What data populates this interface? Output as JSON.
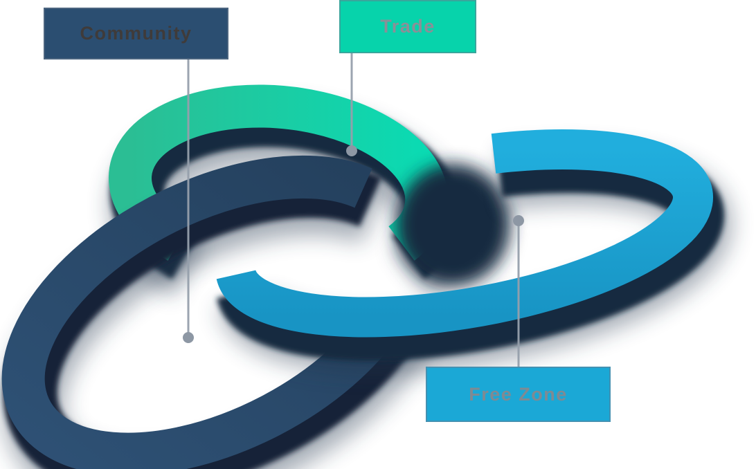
{
  "diagram": {
    "background": "#ffffff",
    "halo_color": "#22354C",
    "link_shadow_color": "#152A3F",
    "labels": {
      "community": {
        "text": "Community",
        "box_color": "#2B4E71",
        "text_color": "#3F3B3A"
      },
      "trade": {
        "text": "Trade",
        "box_color": "#07D3AB",
        "text_color": "#8A9097"
      },
      "free_zone": {
        "text": "Free Zone",
        "box_color": "#1BA8D6",
        "text_color": "#7F8A93"
      }
    },
    "rings": {
      "trade": {
        "name": "Trade ring (teal)",
        "color_start": "#2BBE94",
        "color_end": "#0ADBB3",
        "shadow": "#152A3F"
      },
      "community": {
        "name": "Community ring (navy)",
        "color_start": "#2E5175",
        "color_end": "#24405D",
        "shadow": "#132438"
      },
      "free_zone": {
        "name": "Free Zone ring (blue)",
        "color_start": "#21AEDD",
        "color_end": "#1894C4",
        "shadow": "#132A3F"
      }
    },
    "connector": {
      "line_color": "#96A0AC",
      "dot_color": "#8D97A4"
    }
  }
}
